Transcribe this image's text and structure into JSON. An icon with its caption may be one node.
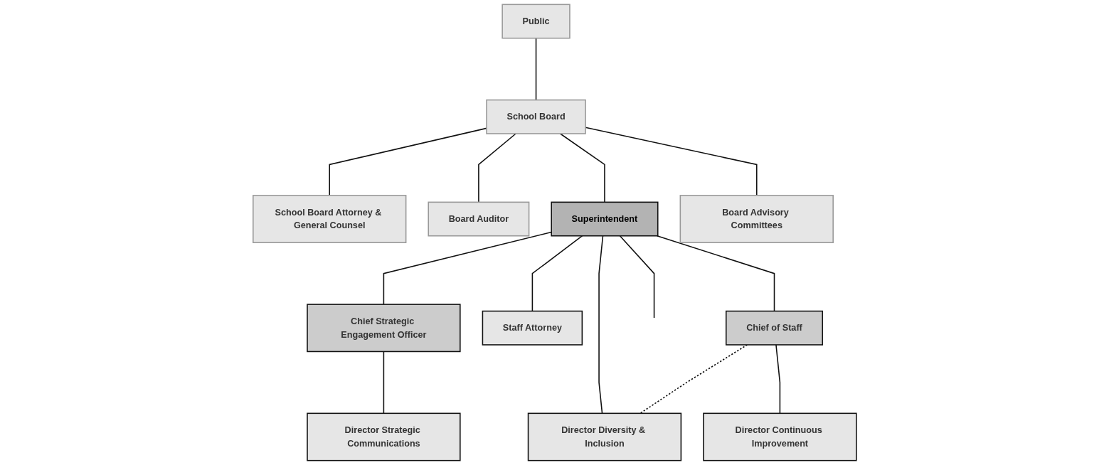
{
  "diagram": {
    "nodes": [
      {
        "text": [
          "Public"
        ]
      },
      {
        "text": [
          "School Board Attorney & General Counsel"
        ]
      },
      {
        "text": [
          "School Board"
        ]
      },
      {
        "text": [
          "Board Advisory Committees"
        ]
      },
      {
        "text": [
          "Board Auditor"
        ]
      },
      {
        "text": [
          "Chief Strategic Engagement Officer"
        ]
      },
      {
        "text": [
          "Superintendent"
        ]
      },
      {
        "text": [
          "Chief of Staff"
        ]
      },
      {
        "text": [
          "Director Strategic Communications"
        ]
      },
      {
        "text": [
          "Staff Attorney"
        ]
      },
      {
        "text": [
          "Director Diversity & Inclusion"
        ]
      },
      {
        "text": [
          "Director Continuous Improvement"
        ]
      }
    ],
    "edges": [
      {
        "from": 0,
        "to": 2,
        "arrow": "none"
      },
      {
        "from": 2,
        "to": 1,
        "arrow": "none"
      },
      {
        "from": 2,
        "to": 4,
        "arrow": "none"
      },
      {
        "from": 2,
        "to": 6,
        "arrow": "none"
      },
      {
        "from": 2,
        "to": 3,
        "arrow": "none"
      },
      {
        "from": 6,
        "to": 5,
        "arrow": "none"
      },
      {
        "from": 6,
        "to": 9,
        "arrow": "none"
      },
      {
        "from": 6,
        "to": 7,
        "arrow": "none"
      },
      {
        "from": 6,
        "to": 10,
        "arrow": "none"
      },
      {
        "from": 5,
        "to": 8,
        "arrow": "none"
      },
      {
        "from": 7,
        "to": 10,
        "arrow": "none",
        "style": "dashed"
      },
      {
        "from": 7,
        "to": 11,
        "arrow": "none"
      },
      {
        "from": 6,
        "to": null,
        "arrow": "none"
      }
    ]
  }
}
